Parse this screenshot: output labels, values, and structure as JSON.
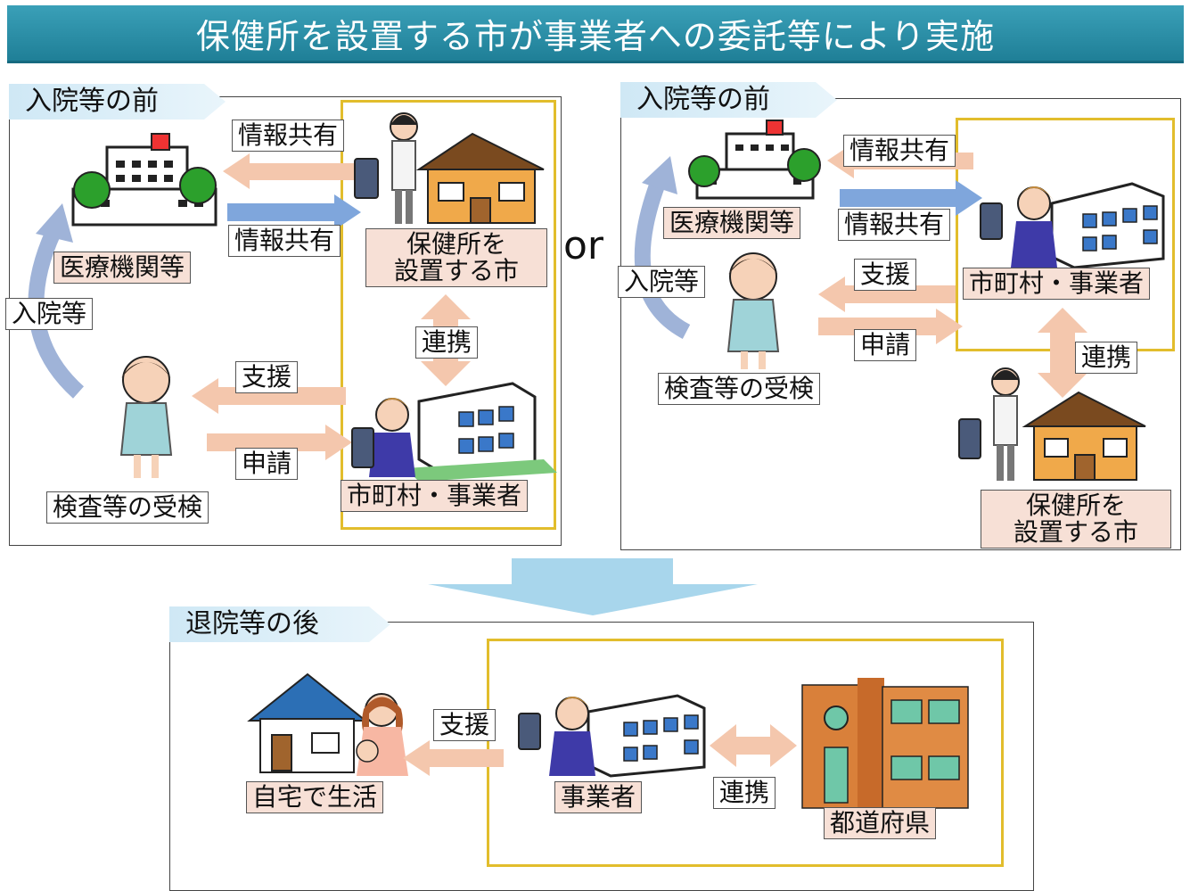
{
  "title": "保健所を設置する市が事業者への委託等により実施",
  "left_panel": {
    "tag": "入院等の前",
    "info_top": "情報共有",
    "info_bottom": "情報共有",
    "hospital": "医療機関等",
    "city_line1": "保健所を",
    "city_line2": "設置する市",
    "admission": "入院等",
    "renkei": "連携",
    "shien": "支援",
    "shinsei": "申請",
    "exam": "検査等の受検",
    "muni": "市町村・事業者"
  },
  "or_text": "or",
  "right_panel": {
    "tag": "入院等の前",
    "info_top": "情報共有",
    "info_bottom": "情報共有",
    "hospital": "医療機関等",
    "admission": "入院等",
    "shien": "支援",
    "shinsei": "申請",
    "exam": "検査等の受検",
    "muni": "市町村・事業者",
    "renkei": "連携",
    "city_line1": "保健所を",
    "city_line2": "設置する市"
  },
  "bottom_panel": {
    "tag": "退院等の後",
    "home": "自宅で生活",
    "shien": "支援",
    "operator": "事業者",
    "renkei": "連携",
    "prefecture": "都道府県"
  },
  "colors": {
    "title_bg": "#2a8fa8",
    "frame": "#e2bd2c",
    "tag_bg": "#cfe8f5",
    "label_pink": "#f7e0d6"
  }
}
